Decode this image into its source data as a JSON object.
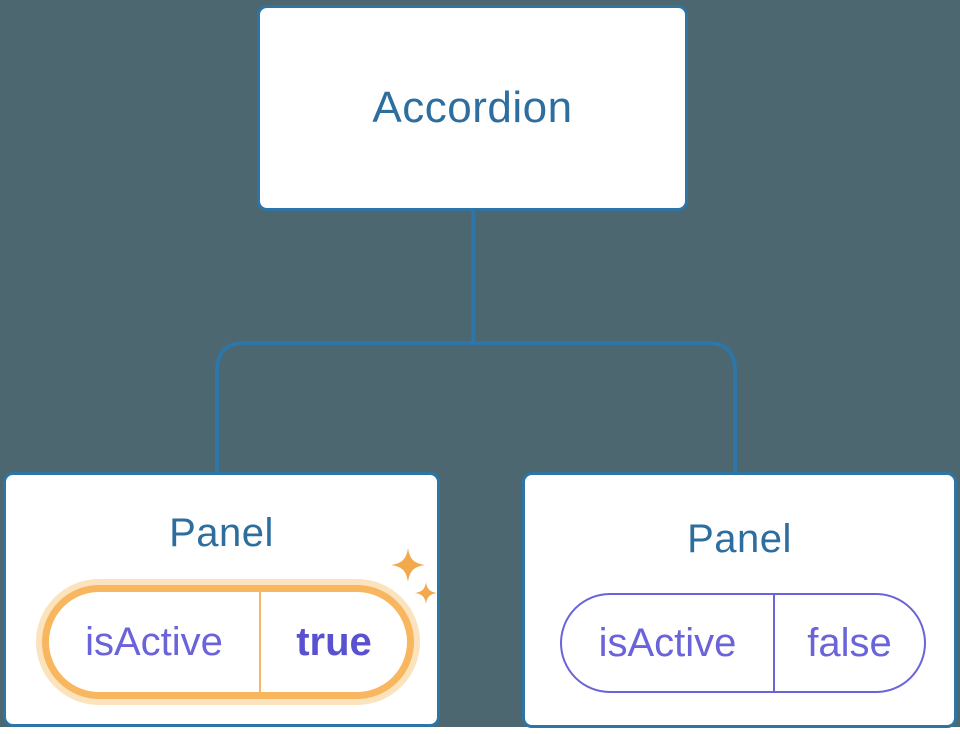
{
  "diagram": {
    "root": {
      "label": "Accordion"
    },
    "panels": [
      {
        "label": "Panel",
        "prop_name": "isActive",
        "prop_value": "true",
        "state": "active",
        "highlight": "orange-glow-with-sparkles"
      },
      {
        "label": "Panel",
        "prop_name": "isActive",
        "prop_value": "false",
        "state": "inactive",
        "highlight": "none"
      }
    ]
  },
  "icons": {
    "sparkle_large": "four-point-star",
    "sparkle_small": "four-point-star"
  },
  "palette": {
    "bg_dark": "#4C6770",
    "page_bg": "#FFFFFF",
    "node_bg": "#FFFFFF",
    "node_border": "#2E74A4",
    "node_text": "#2D6E9E",
    "line": "#2E76A8",
    "purple": "#6A63DA",
    "purple_strong": "#5951CF",
    "orange": "#F8B75F",
    "orange_glow": "#FBE3BD",
    "orange_divider": "#F3B765",
    "sparkle": "#F2A94C"
  }
}
